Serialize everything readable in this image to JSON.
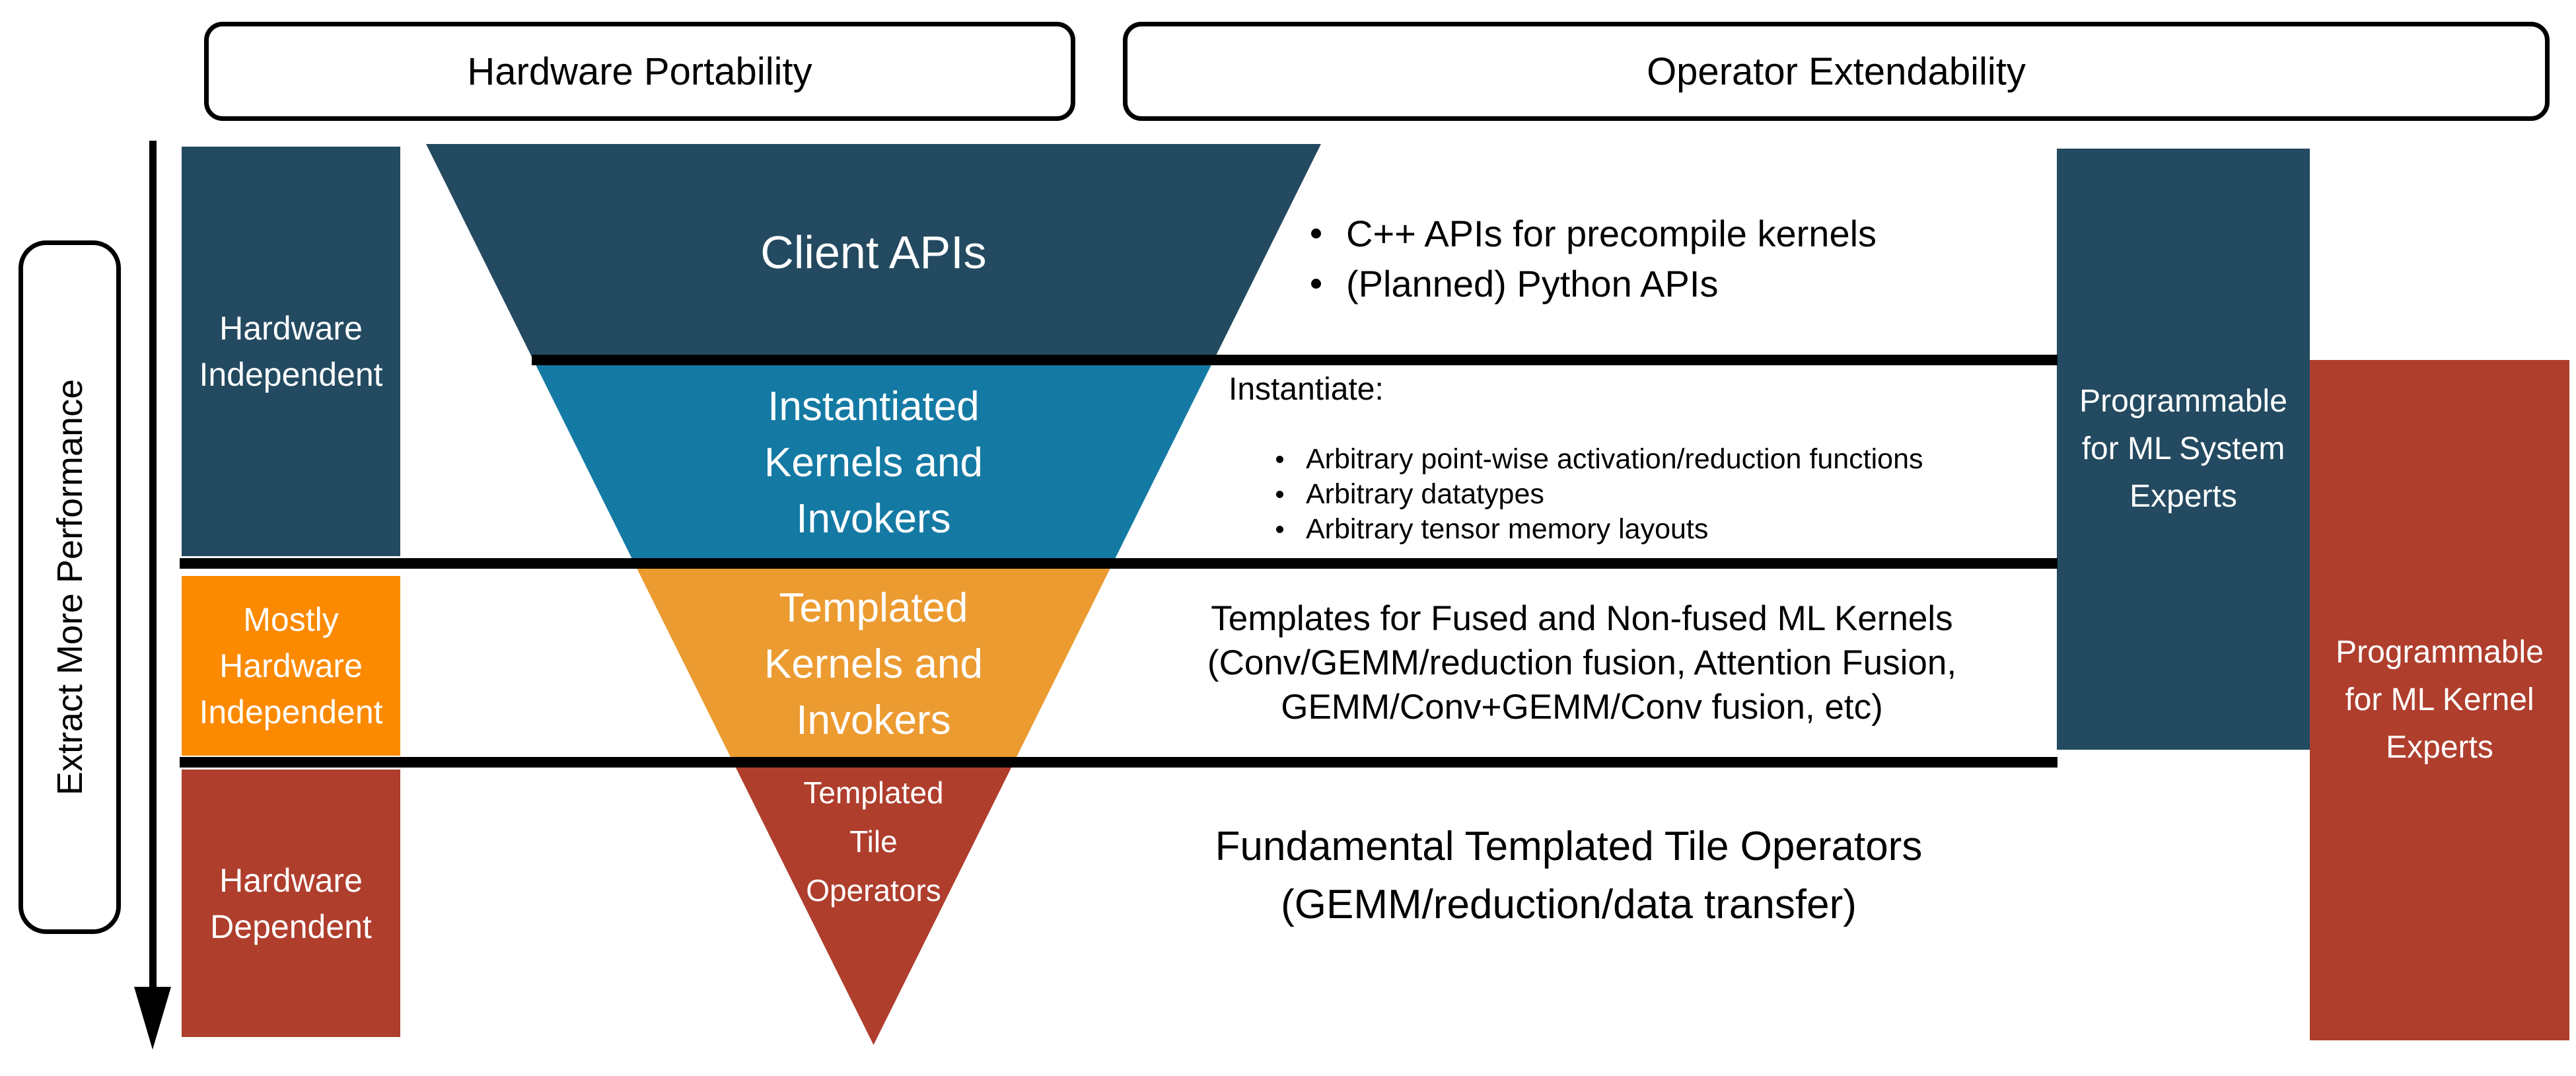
{
  "colors": {
    "navy": "#234a60",
    "teal": "#147aa4",
    "funnel_orange": "#ec9b31",
    "bright_orange": "#fb8a00",
    "red": "#af3e2d",
    "ink": "#000000"
  },
  "header": {
    "hardware_portability": "Hardware Portability",
    "operator_extendability": "Operator Extendability"
  },
  "performance_axis": {
    "label": "Extract More Performance"
  },
  "left_column": {
    "items": [
      {
        "name": "hardware-independent",
        "lines": [
          "Hardware",
          "Independent"
        ]
      },
      {
        "name": "mostly-hardware-independent",
        "lines": [
          "Mostly",
          "Hardware",
          "Independent"
        ]
      },
      {
        "name": "hardware-dependent",
        "lines": [
          "Hardware",
          "Dependent"
        ]
      }
    ]
  },
  "funnel": {
    "layers": [
      {
        "name": "client-apis",
        "lines": [
          "Client APIs"
        ]
      },
      {
        "name": "instantiated-kernels",
        "lines": [
          "Instantiated",
          "Kernels and",
          "Invokers"
        ]
      },
      {
        "name": "templated-kernels",
        "lines": [
          "Templated",
          "Kernels and",
          "Invokers"
        ]
      },
      {
        "name": "templated-tile-operators",
        "lines": [
          "Templated",
          "Tile",
          "Operators"
        ]
      }
    ]
  },
  "annotations": {
    "client_bullets": [
      "C++ APIs for precompile kernels",
      "(Planned) Python APIs"
    ],
    "instantiate_heading": "Instantiate:",
    "instantiate_bullets": [
      "Arbitrary point-wise activation/reduction functions",
      "Arbitrary datatypes",
      "Arbitrary tensor memory layouts"
    ],
    "templates_lines": [
      "Templates for Fused and Non-fused ML Kernels",
      "(Conv/GEMM/reduction fusion, Attention Fusion,",
      "GEMM/Conv+GEMM/Conv fusion, etc)"
    ],
    "fundamental_lines": [
      "Fundamental Templated Tile Operators",
      "(GEMM/reduction/data transfer)"
    ]
  },
  "right_column": {
    "ml_system": {
      "lines": [
        "Programmable",
        "for ML System",
        "Experts"
      ]
    },
    "ml_kernel": {
      "lines": [
        "Programmable",
        "for ML Kernel",
        "Experts"
      ]
    }
  }
}
